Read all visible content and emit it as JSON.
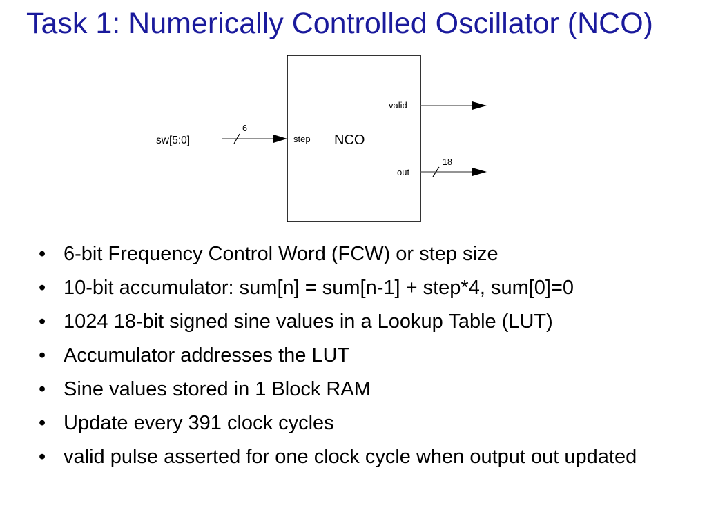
{
  "colors": {
    "title": "#1a1a9c",
    "text": "#000000",
    "line": "#555555"
  },
  "title": "Task 1: Numerically Controlled Oscillator (NCO)",
  "diagram": {
    "block_label": "NCO",
    "input": {
      "signal": "sw[5:0]",
      "bus_width": "6",
      "port": "step"
    },
    "outputs": [
      {
        "port": "valid"
      },
      {
        "port": "out",
        "bus_width": "18"
      }
    ]
  },
  "bullets": [
    {
      "mark": "•",
      "text": "6-bit Frequency Control Word (FCW) or step size"
    },
    {
      "mark": "•",
      "text": "10-bit accumulator: sum[n] = sum[n-1] + step*4, sum[0]=0"
    },
    {
      "mark": "•",
      "text": "1024 18-bit signed sine values in a Lookup Table (LUT)"
    },
    {
      "mark": "•",
      "text": "Accumulator addresses the LUT"
    },
    {
      "mark": "•",
      "text": "Sine values stored in 1 Block RAM"
    },
    {
      "mark": "•",
      "text": "Update every 391 clock cycles"
    },
    {
      "mark": "•",
      "text": "valid pulse asserted for one clock cycle when output out updated"
    }
  ]
}
